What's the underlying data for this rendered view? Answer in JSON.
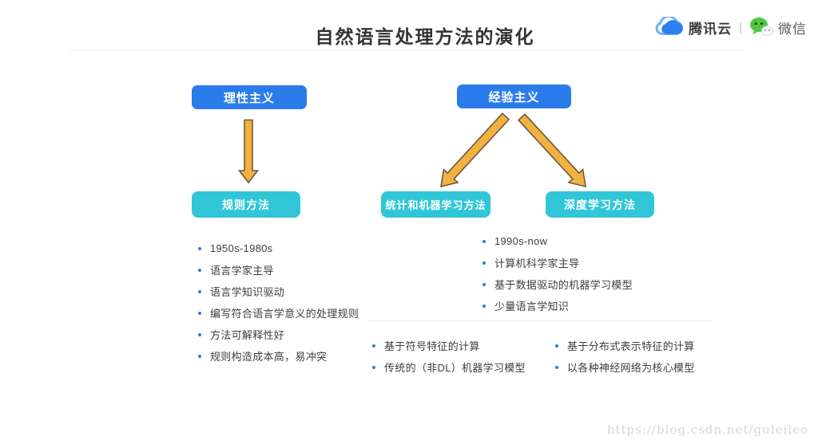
{
  "header": {
    "title": "自然语言处理方法的演化",
    "brand": {
      "tencent_cloud": "腾讯云",
      "separator": "|",
      "wechat": "微信"
    }
  },
  "diagram": {
    "paradigms": {
      "rationalism": "理性主义",
      "empiricism": "经验主义"
    },
    "methods": {
      "rule": "规则方法",
      "statistical_ml": "统计和机器学习方法",
      "deep_learning": "深度学习方法"
    },
    "rule_points": [
      "1950s-1980s",
      "语言学家主导",
      "语言学知识驱动",
      "编写符合语言学意义的处理规则",
      "方法可解释性好",
      "规则构造成本高，易冲突"
    ],
    "empiricism_points": [
      "1990s-now",
      "计算机科学家主导",
      "基于数据驱动的机器学习模型",
      "少量语言学知识"
    ],
    "statistical_ml_points": [
      "基于符号特征的计算",
      "传统的（非DL）机器学习模型"
    ],
    "deep_learning_points": [
      "基于分布式表示特征的计算",
      "以各种神经网络为核心模型"
    ],
    "colors": {
      "paradigm_node_bg": "#2b7ceb",
      "method_node_bg": "#30c6d8",
      "arrow_fill": "#f3b13d",
      "arrow_outline": "#6b5a45",
      "bullet": "#2e7cd9",
      "tencent_cloud_blue": "#2d80f0",
      "wechat_green": "#4fc63f"
    }
  },
  "footer": {
    "watermark": "https://blog.csdn.net/guleileo"
  }
}
